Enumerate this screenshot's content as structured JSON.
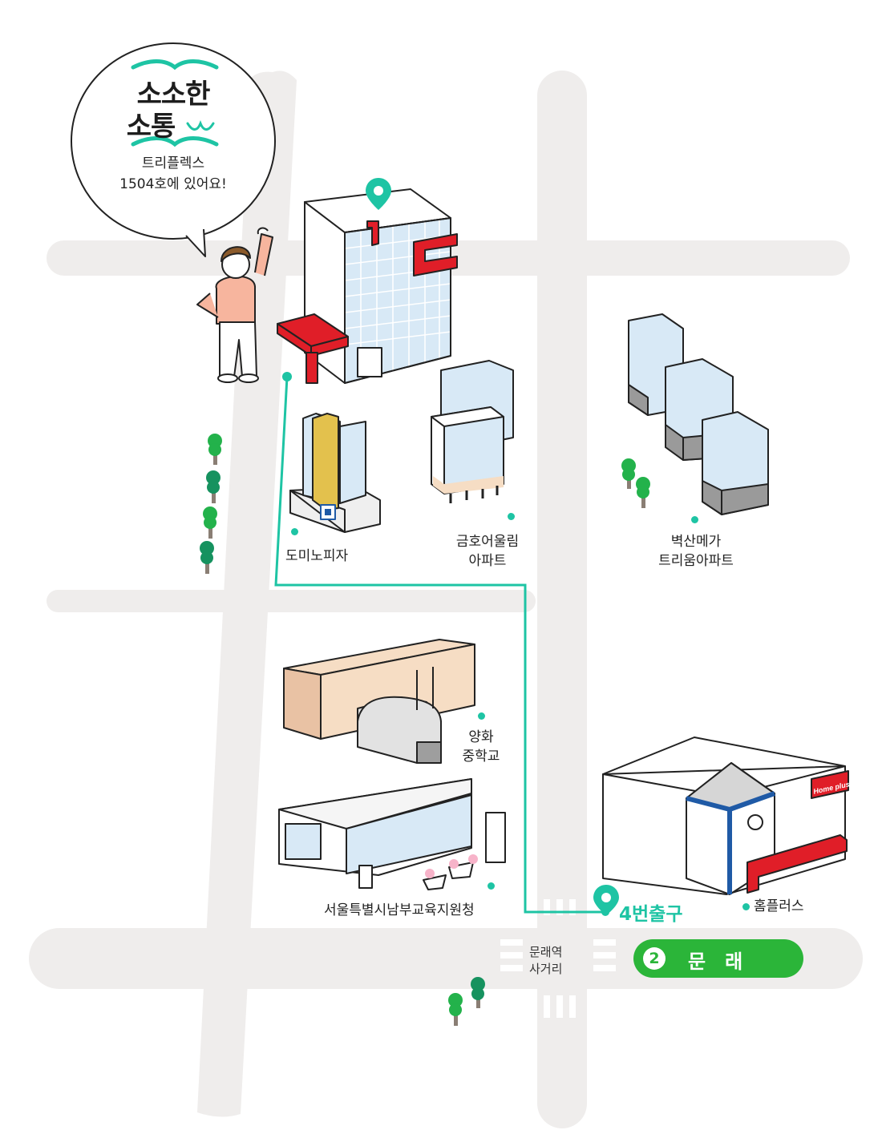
{
  "bubble": {
    "logo_line1": "소소한",
    "logo_line2": "소통",
    "message_line1": "트리플렉스",
    "message_line2": "1504호에 있어요!"
  },
  "places": {
    "dominos": "도미노피자",
    "geumho_line1": "금호어울림",
    "geumho_line2": "아파트",
    "byeoksan_line1": "벽산메가",
    "byeoksan_line2": "트리움아파트",
    "yanghwa_line1": "양화",
    "yanghwa_line2": "중학교",
    "office": "서울특별시남부교육지원청",
    "homeplus": "홈플러스",
    "homeplus_sign": "Home plus",
    "intersection_line1": "문래역",
    "intersection_line2": "사거리"
  },
  "exit_label": "4번출구",
  "station": {
    "line_number": "2",
    "name": "문래"
  },
  "colors": {
    "accent": "#1ec4a4",
    "road": "#efedec",
    "subway_line2": "#2bb539",
    "building_red": "#e01e28",
    "window_blue": "#d8e9f6",
    "tree_green": "#23b24b"
  },
  "icons": [
    "location-pin-icon",
    "clock-icon",
    "tree-icon",
    "character-illustration"
  ]
}
